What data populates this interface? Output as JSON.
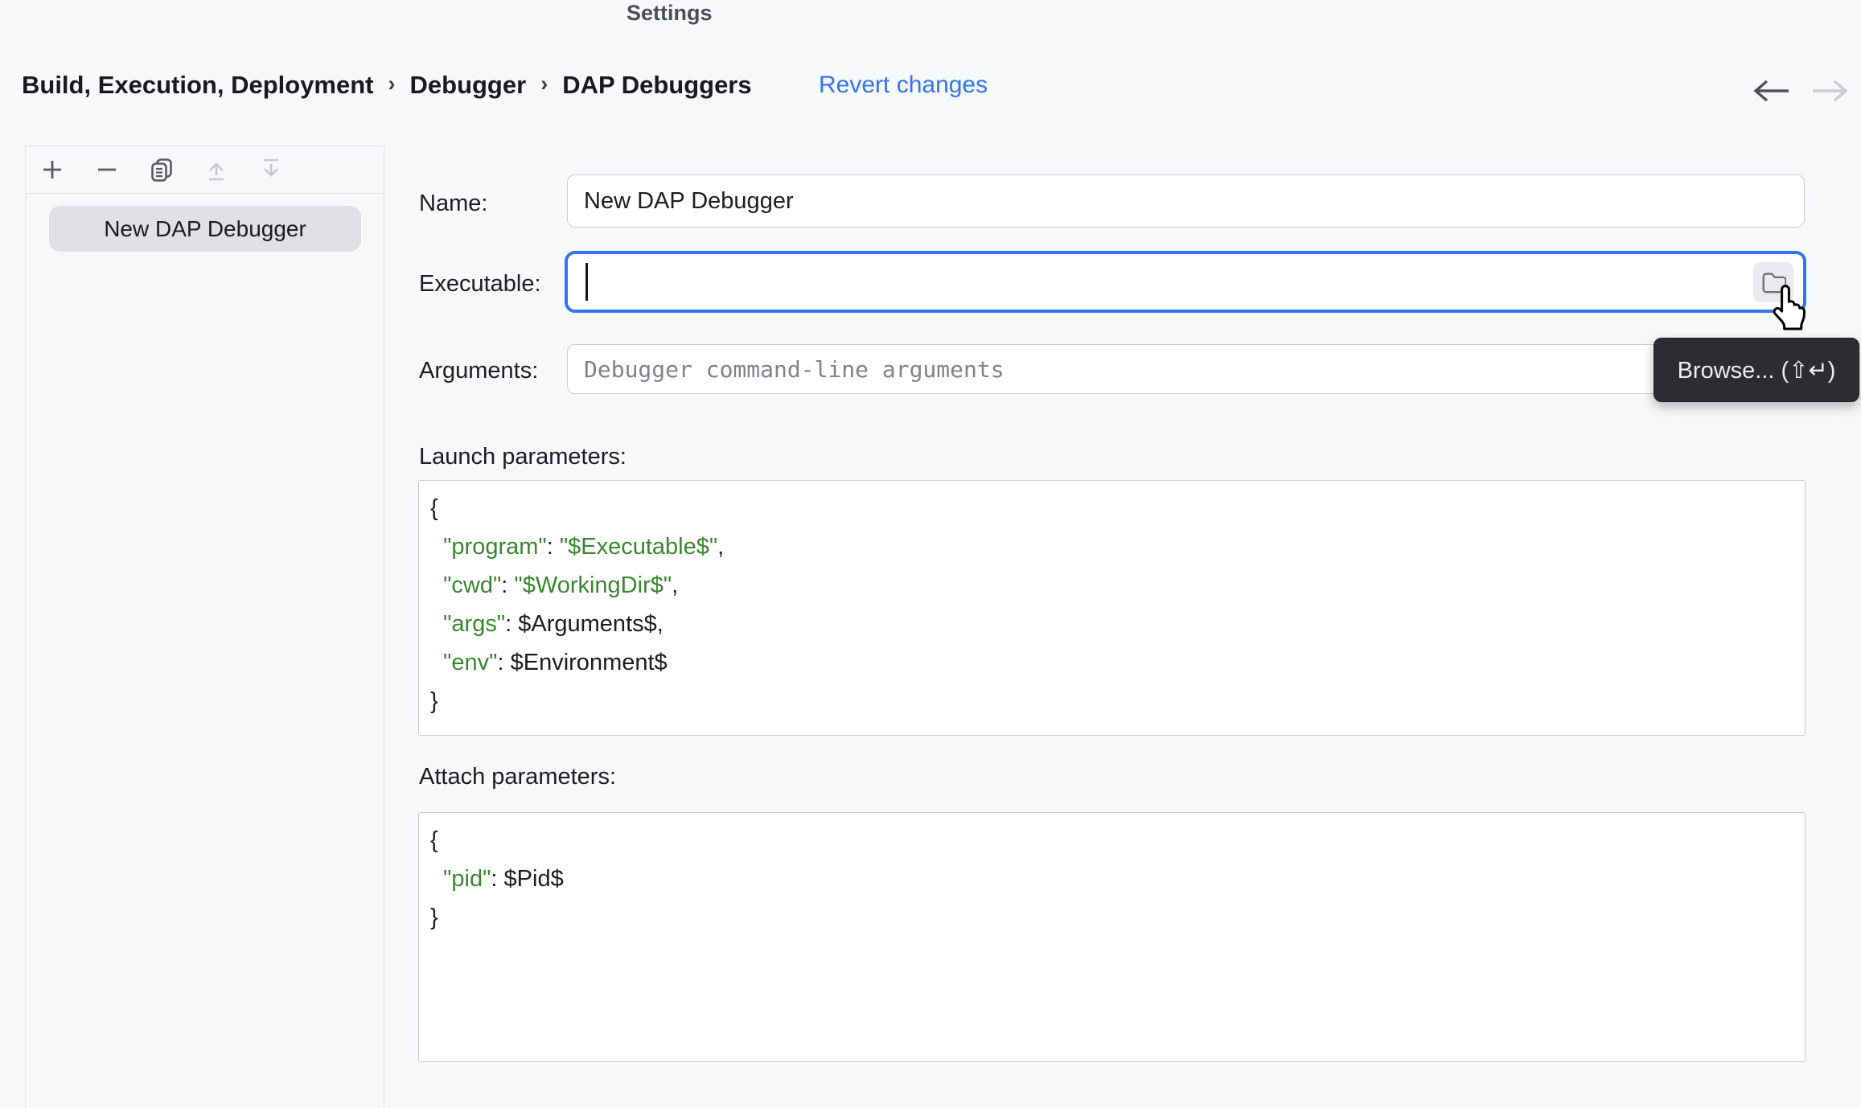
{
  "window": {
    "title": "Settings"
  },
  "header": {
    "breadcrumbs": [
      {
        "label": "Build, Execution, Deployment"
      },
      {
        "label": "Debugger"
      },
      {
        "label": "DAP Debuggers"
      }
    ],
    "separator": "›",
    "revert_link": "Revert changes",
    "nav": {
      "back_icon": "left-arrow",
      "forward_icon": "right-arrow",
      "forward_enabled": false
    }
  },
  "list_panel": {
    "toolbar": [
      {
        "icon": "add-icon",
        "enabled": true
      },
      {
        "icon": "remove-icon",
        "enabled": true
      },
      {
        "icon": "copy-icon",
        "enabled": true
      },
      {
        "icon": "move-up-icon",
        "enabled": false
      },
      {
        "icon": "move-down-icon",
        "enabled": false
      }
    ],
    "items": [
      {
        "label": "New DAP Debugger",
        "selected": true
      }
    ]
  },
  "form": {
    "name": {
      "label": "Name:",
      "value": "New DAP Debugger"
    },
    "executable": {
      "label": "Executable:",
      "value": "",
      "browse_icon": "folder-icon"
    },
    "arguments": {
      "label": "Arguments:",
      "value": "",
      "placeholder": "Debugger command-line arguments"
    },
    "launch": {
      "label": "Launch parameters:",
      "code": [
        [
          {
            "t": "{"
          }
        ],
        [
          {
            "t": "  "
          },
          {
            "t": "\"program\"",
            "c": "g"
          },
          {
            "t": ": "
          },
          {
            "t": "\"$Executable$\"",
            "c": "g"
          },
          {
            "t": ","
          }
        ],
        [
          {
            "t": "  "
          },
          {
            "t": "\"cwd\"",
            "c": "g"
          },
          {
            "t": ": "
          },
          {
            "t": "\"$WorkingDir$\"",
            "c": "g"
          },
          {
            "t": ","
          }
        ],
        [
          {
            "t": "  "
          },
          {
            "t": "\"args\"",
            "c": "g"
          },
          {
            "t": ": "
          },
          {
            "t": "$Arguments$"
          },
          {
            "t": ","
          }
        ],
        [
          {
            "t": "  "
          },
          {
            "t": "\"env\"",
            "c": "g"
          },
          {
            "t": ": "
          },
          {
            "t": "$Environment$"
          }
        ],
        [
          {
            "t": "}"
          }
        ]
      ]
    },
    "attach": {
      "label": "Attach parameters:",
      "code": [
        [
          {
            "t": "{"
          }
        ],
        [
          {
            "t": "  "
          },
          {
            "t": "\"pid\"",
            "c": "g"
          },
          {
            "t": ": "
          },
          {
            "t": "$Pid$"
          }
        ],
        [
          {
            "t": "}"
          }
        ]
      ]
    }
  },
  "tooltip": {
    "text": "Browse... (⇧↵)"
  },
  "colors": {
    "background": "#F7F8FA",
    "accent_focus": "#3574F0",
    "link": "#3574F0",
    "selection_bg": "#DFE1E5",
    "json_green": "#3A8531",
    "tooltip_bg": "#2B2D30",
    "field_border": "#C8CBD5",
    "icon_gray": "#575A63",
    "icon_disabled": "#C4C7CE"
  }
}
